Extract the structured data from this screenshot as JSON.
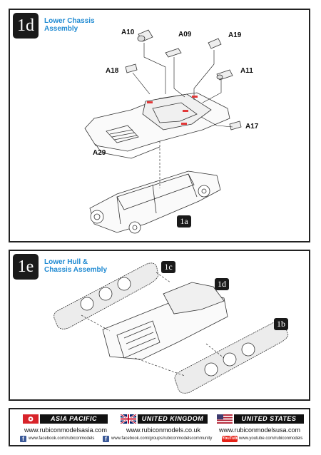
{
  "step_1d": {
    "number": "1d",
    "title_line1": "Lower Chassis",
    "title_line2": "Assembly",
    "parts": [
      "A10",
      "A09",
      "A19",
      "A18",
      "A11",
      "A17",
      "A29"
    ],
    "ref_badge": "1a"
  },
  "step_1e": {
    "number": "1e",
    "title_line1": "Lower Hull &",
    "title_line2": "Chassis Assembly",
    "ref_badges": [
      "1c",
      "1d",
      "1b"
    ]
  },
  "footer": {
    "regions": [
      {
        "name": "ASIA PACIFIC",
        "website": "www.rubiconmodelsasia.com"
      },
      {
        "name": "UNITED KINGDOM",
        "website": "www.rubiconmodels.co.uk"
      },
      {
        "name": "UNITED STATES",
        "website": "www.rubiconmodelsusa.com"
      }
    ],
    "social": [
      {
        "icon": "facebook-icon",
        "text": "www.facebook.com/rubiconmodels"
      },
      {
        "icon": "facebook-icon",
        "text": "www.facebook.com/groups/rubiconmodelscommunity"
      },
      {
        "icon": "youtube-icon",
        "text": "www.youtube.com/rubiconmodels",
        "icon_text": "YouTube"
      }
    ],
    "colors": {
      "hk_flag": "#d8232a",
      "uk_blue": "#012169",
      "uk_red": "#c8102e",
      "us_red": "#b22234",
      "us_blue": "#3c3b6e",
      "title_blue": "#1f8ad2"
    }
  }
}
